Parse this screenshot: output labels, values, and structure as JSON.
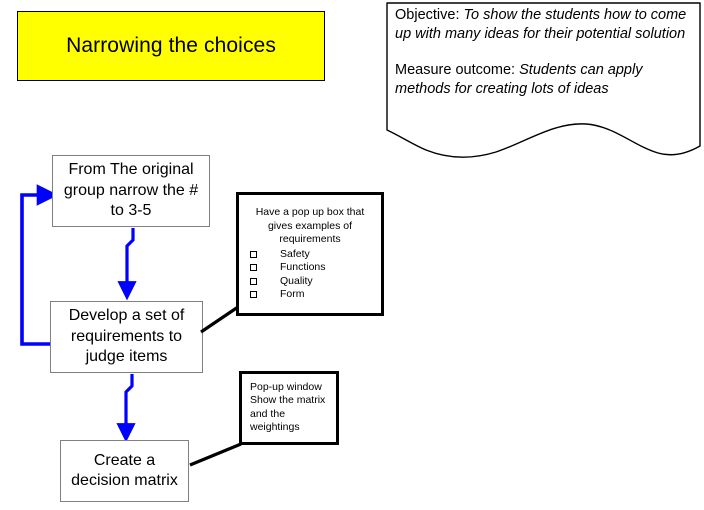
{
  "slide": {
    "title": "Narrowing the choices",
    "background_color": "#ffffff",
    "title_fill_color": "#ffff00",
    "arrow_color": "#0000ff",
    "box_border_color": "#808080",
    "callout_border_color": "#000000"
  },
  "objective_note": {
    "objective_label": "Objective:",
    "objective_text": "To show the students how to come up with many ideas for their potential solution",
    "measure_label": "Measure outcome:",
    "measure_text": "Students can apply methods for creating lots of ideas"
  },
  "flow": {
    "steps": [
      {
        "id": "narrow",
        "text": "From The original group narrow the # to 3-5"
      },
      {
        "id": "requirements",
        "text": "Develop a set of requirements to judge items"
      },
      {
        "id": "matrix",
        "text": "Create a decision matrix"
      }
    ]
  },
  "callouts": {
    "requirements": {
      "heading": "Have a pop up box that gives examples of requirements",
      "items": [
        "Safety",
        "Functions",
        "Quality",
        "Form"
      ]
    },
    "matrix": {
      "lines": [
        "Pop-up window",
        "Show the matrix",
        "and the",
        "weightings"
      ]
    }
  }
}
